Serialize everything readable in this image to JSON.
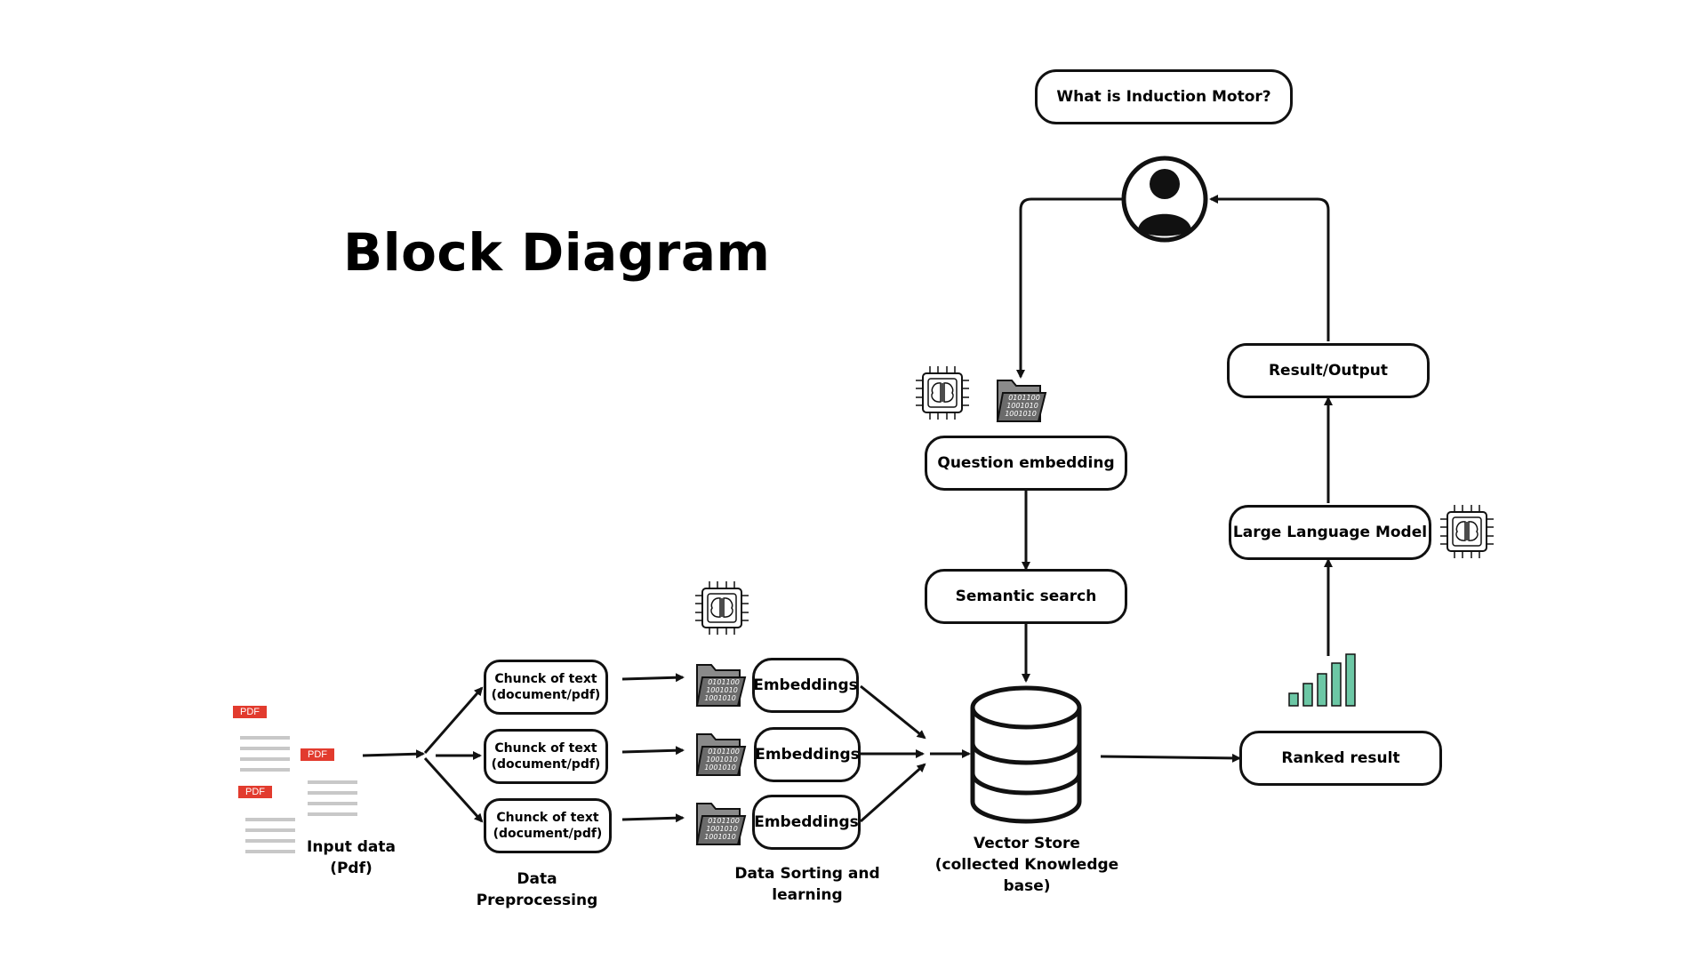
{
  "title": "Block Diagram",
  "query_box": "What is Induction Motor?",
  "nodes": {
    "question_embedding": "Question embedding",
    "semantic_search": "Semantic search",
    "result_output": "Result/Output",
    "large_language_model": "Large Language Model",
    "ranked_result": "Ranked result",
    "chunks": [
      "Chunck of text\n(document/pdf)",
      "Chunck of text\n(document/pdf)",
      "Chunck of text\n(document/pdf)"
    ],
    "embeddings": [
      "Embeddings",
      "Embeddings",
      "Embeddings"
    ]
  },
  "labels": {
    "input_data": "Input data\n(Pdf)",
    "data_preprocessing": "Data Preprocessing",
    "data_sorting": "Data Sorting and\nlearning",
    "vector_store": "Vector Store\n(collected Knowledge base)"
  },
  "pdf_tags": [
    "PDF",
    "PDF",
    "PDF"
  ],
  "binary_folder_text": [
    "0101100",
    "1001010",
    "1001010"
  ],
  "icons": [
    "user-icon",
    "ai-brain-chip-icon",
    "binary-folder-icon",
    "database-icon",
    "bar-chart-icon",
    "pdf-document-icon"
  ],
  "colors": {
    "stroke": "#111111",
    "pdf_red": "#e23b2e",
    "chart_green": "#6cc7a5",
    "folder_gray": "#6b6b6b",
    "doc_line": "#c8c8c8"
  }
}
